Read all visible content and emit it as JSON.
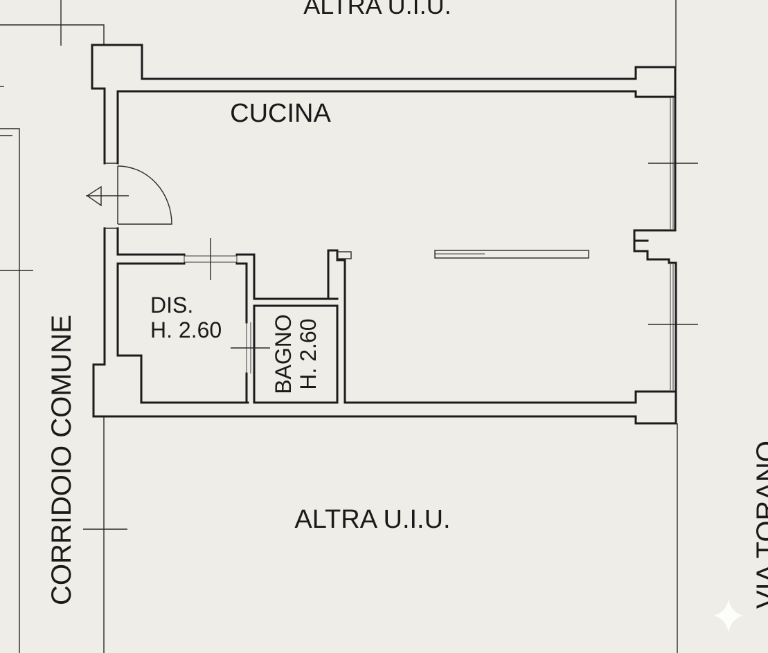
{
  "labels": {
    "top_neighbor": "ALTRA U.I.U.",
    "kitchen": "CUCINA",
    "hallway_name": "DIS.",
    "hallway_height": "H. 2.60",
    "bathroom_name": "BAGNO",
    "bathroom_height": "H. 2.60",
    "bottom_neighbor": "ALTRA U.I.U.",
    "corridor": "CORRIDOIO COMUNE",
    "street": "VIA TORANO"
  },
  "colors": {
    "paper": "#efede8",
    "ink": "#1c1c1c"
  }
}
